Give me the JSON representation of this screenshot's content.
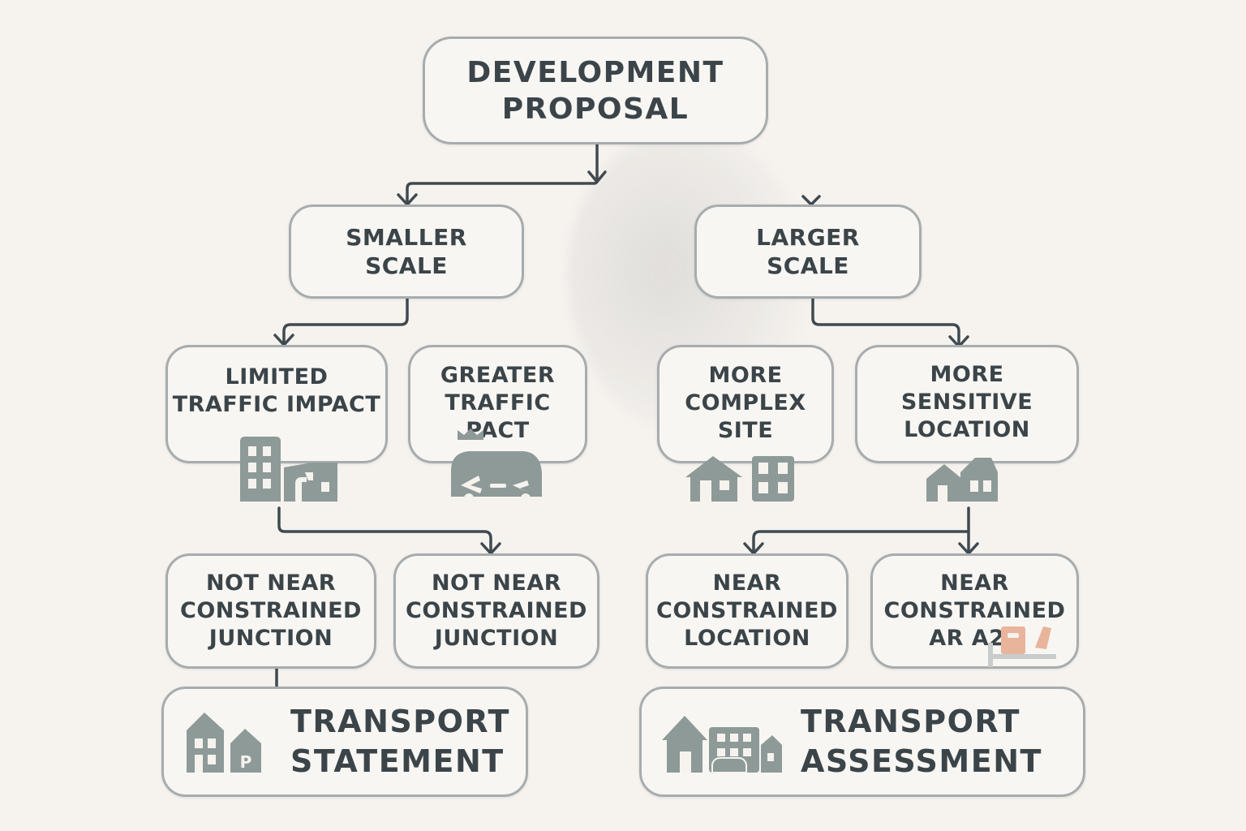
{
  "nodes": {
    "development_proposal": "DEVELOPMENT\nPROPOSAL",
    "smaller_scale": "SMALLER\nSCALE",
    "larger_scale": "LARGER\nSCALE",
    "limited_traffic_impact": "LIMITED\nTRAFFIC IMPACT",
    "greater_traffic_impact": "GREATER\nTRAFFIC\nPACT",
    "more_complex_site": "MORE\nCOMPLEX\nSITE",
    "more_sensitive_location": "MORE\nSENSITIVE\nLOCATION",
    "not_near_junction_1": "NOT NEAR\nCONSTRAINED\nJUNCTION",
    "not_near_junction_2": "NOT NEAR\nCONSTRAINED\nJUNCTION",
    "near_constrained_location": "NEAR\nCONSTRAINED\nLOCATION",
    "near_constrained_a27": "NEAR\nCONSTRAINED\nAR A27",
    "transport_statement": "TRANSPORT\nSTATEMENT",
    "transport_assessment": "TRANSPORT\nASSESSMENT"
  },
  "icons": {
    "parking_letter": "P"
  },
  "colors": {
    "box_border": "#a7acae",
    "text": "#3b4549",
    "connector": "#3f4a50",
    "icon": "#8d9a98",
    "accent": "#e8b49b"
  }
}
